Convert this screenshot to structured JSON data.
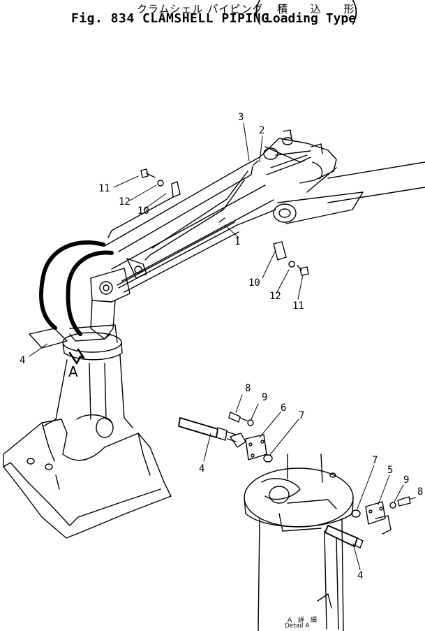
{
  "title": {
    "jp_name": "クラムシェル パイピング",
    "jp_type": "積 込 形",
    "en_name": "Fig. 834 CLAMSHELL PIPING",
    "en_type": "Loading Type"
  },
  "view_label": "A",
  "detail": {
    "jp": "A 詳 細",
    "en": "Detail A"
  },
  "callouts": {
    "c3": "3",
    "c2": "2",
    "c11a": "11",
    "c12a": "12",
    "c10a": "10",
    "c1": "1",
    "c10b": "10",
    "c12b": "12",
    "c11b": "11",
    "c4a": "4",
    "c8a": "8",
    "c9a": "9",
    "c6": "6",
    "c7a": "7",
    "c4b": "4",
    "c7b": "7",
    "c5": "5",
    "c9b": "9",
    "c8b": "8",
    "c4c": "4"
  }
}
